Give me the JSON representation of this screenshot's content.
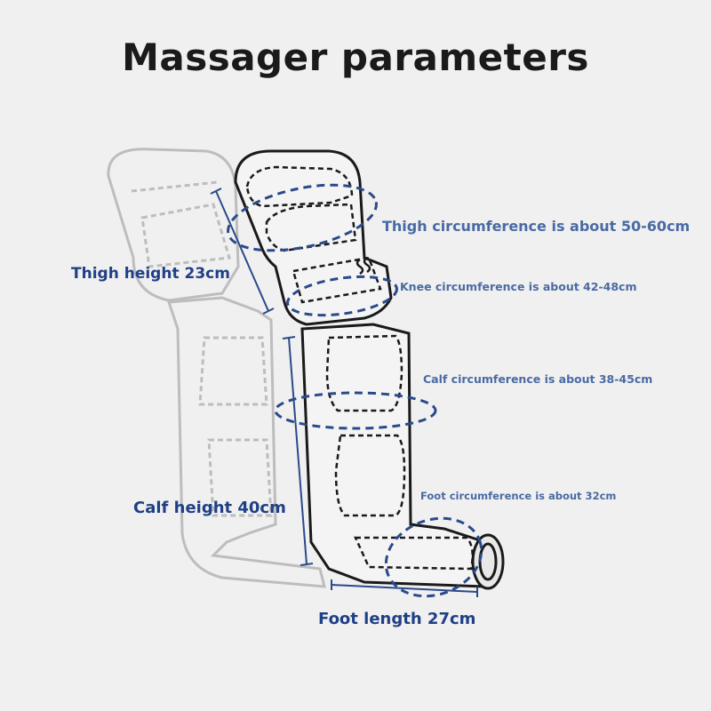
{
  "title": "Massager parameters",
  "labels": {
    "thigh_height": "Thigh height 23cm",
    "calf_height": "Calf height 40cm",
    "foot_length": "Foot length 27cm",
    "thigh_circumference": "Thigh circumference is about 50-60cm",
    "knee_circumference": "Knee circumference is about 42-48cm",
    "calf_circumference": "Calf circumference is about 38-45cm",
    "foot_circumference": "Foot circumference is about 32cm"
  },
  "colors": {
    "background": "#f0f0f0",
    "label_dark": "#1f3f86",
    "label_mid": "#4a6aa3",
    "dash_ring": "#2b4a8a",
    "outline": "#1a1a1a",
    "ghost": "#bdbdbd"
  }
}
